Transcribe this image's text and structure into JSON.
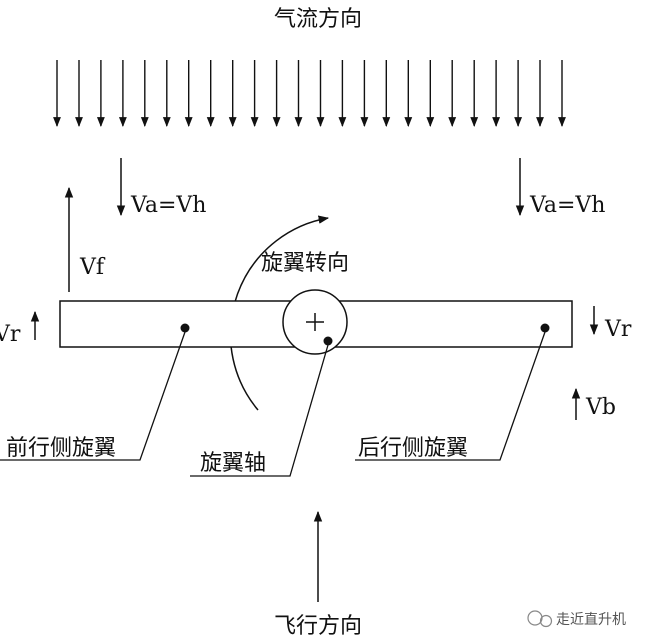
{
  "title": "气流方向",
  "labels": {
    "va_left": "Va=Vh",
    "va_right": "Va=Vh",
    "vf": "Vf",
    "vr_left": "Vr",
    "vr_right": "Vr",
    "vb": "Vb",
    "rotation": "旋翼转向",
    "advancing": "前行侧旋翼",
    "hub": "旋翼轴",
    "retreating": "后行侧旋翼",
    "flight": "飞行方向"
  },
  "watermark": "走近直升机",
  "airflow_arrow_count": 24,
  "colors": {
    "ink": "#111111",
    "background": "#ffffff"
  }
}
